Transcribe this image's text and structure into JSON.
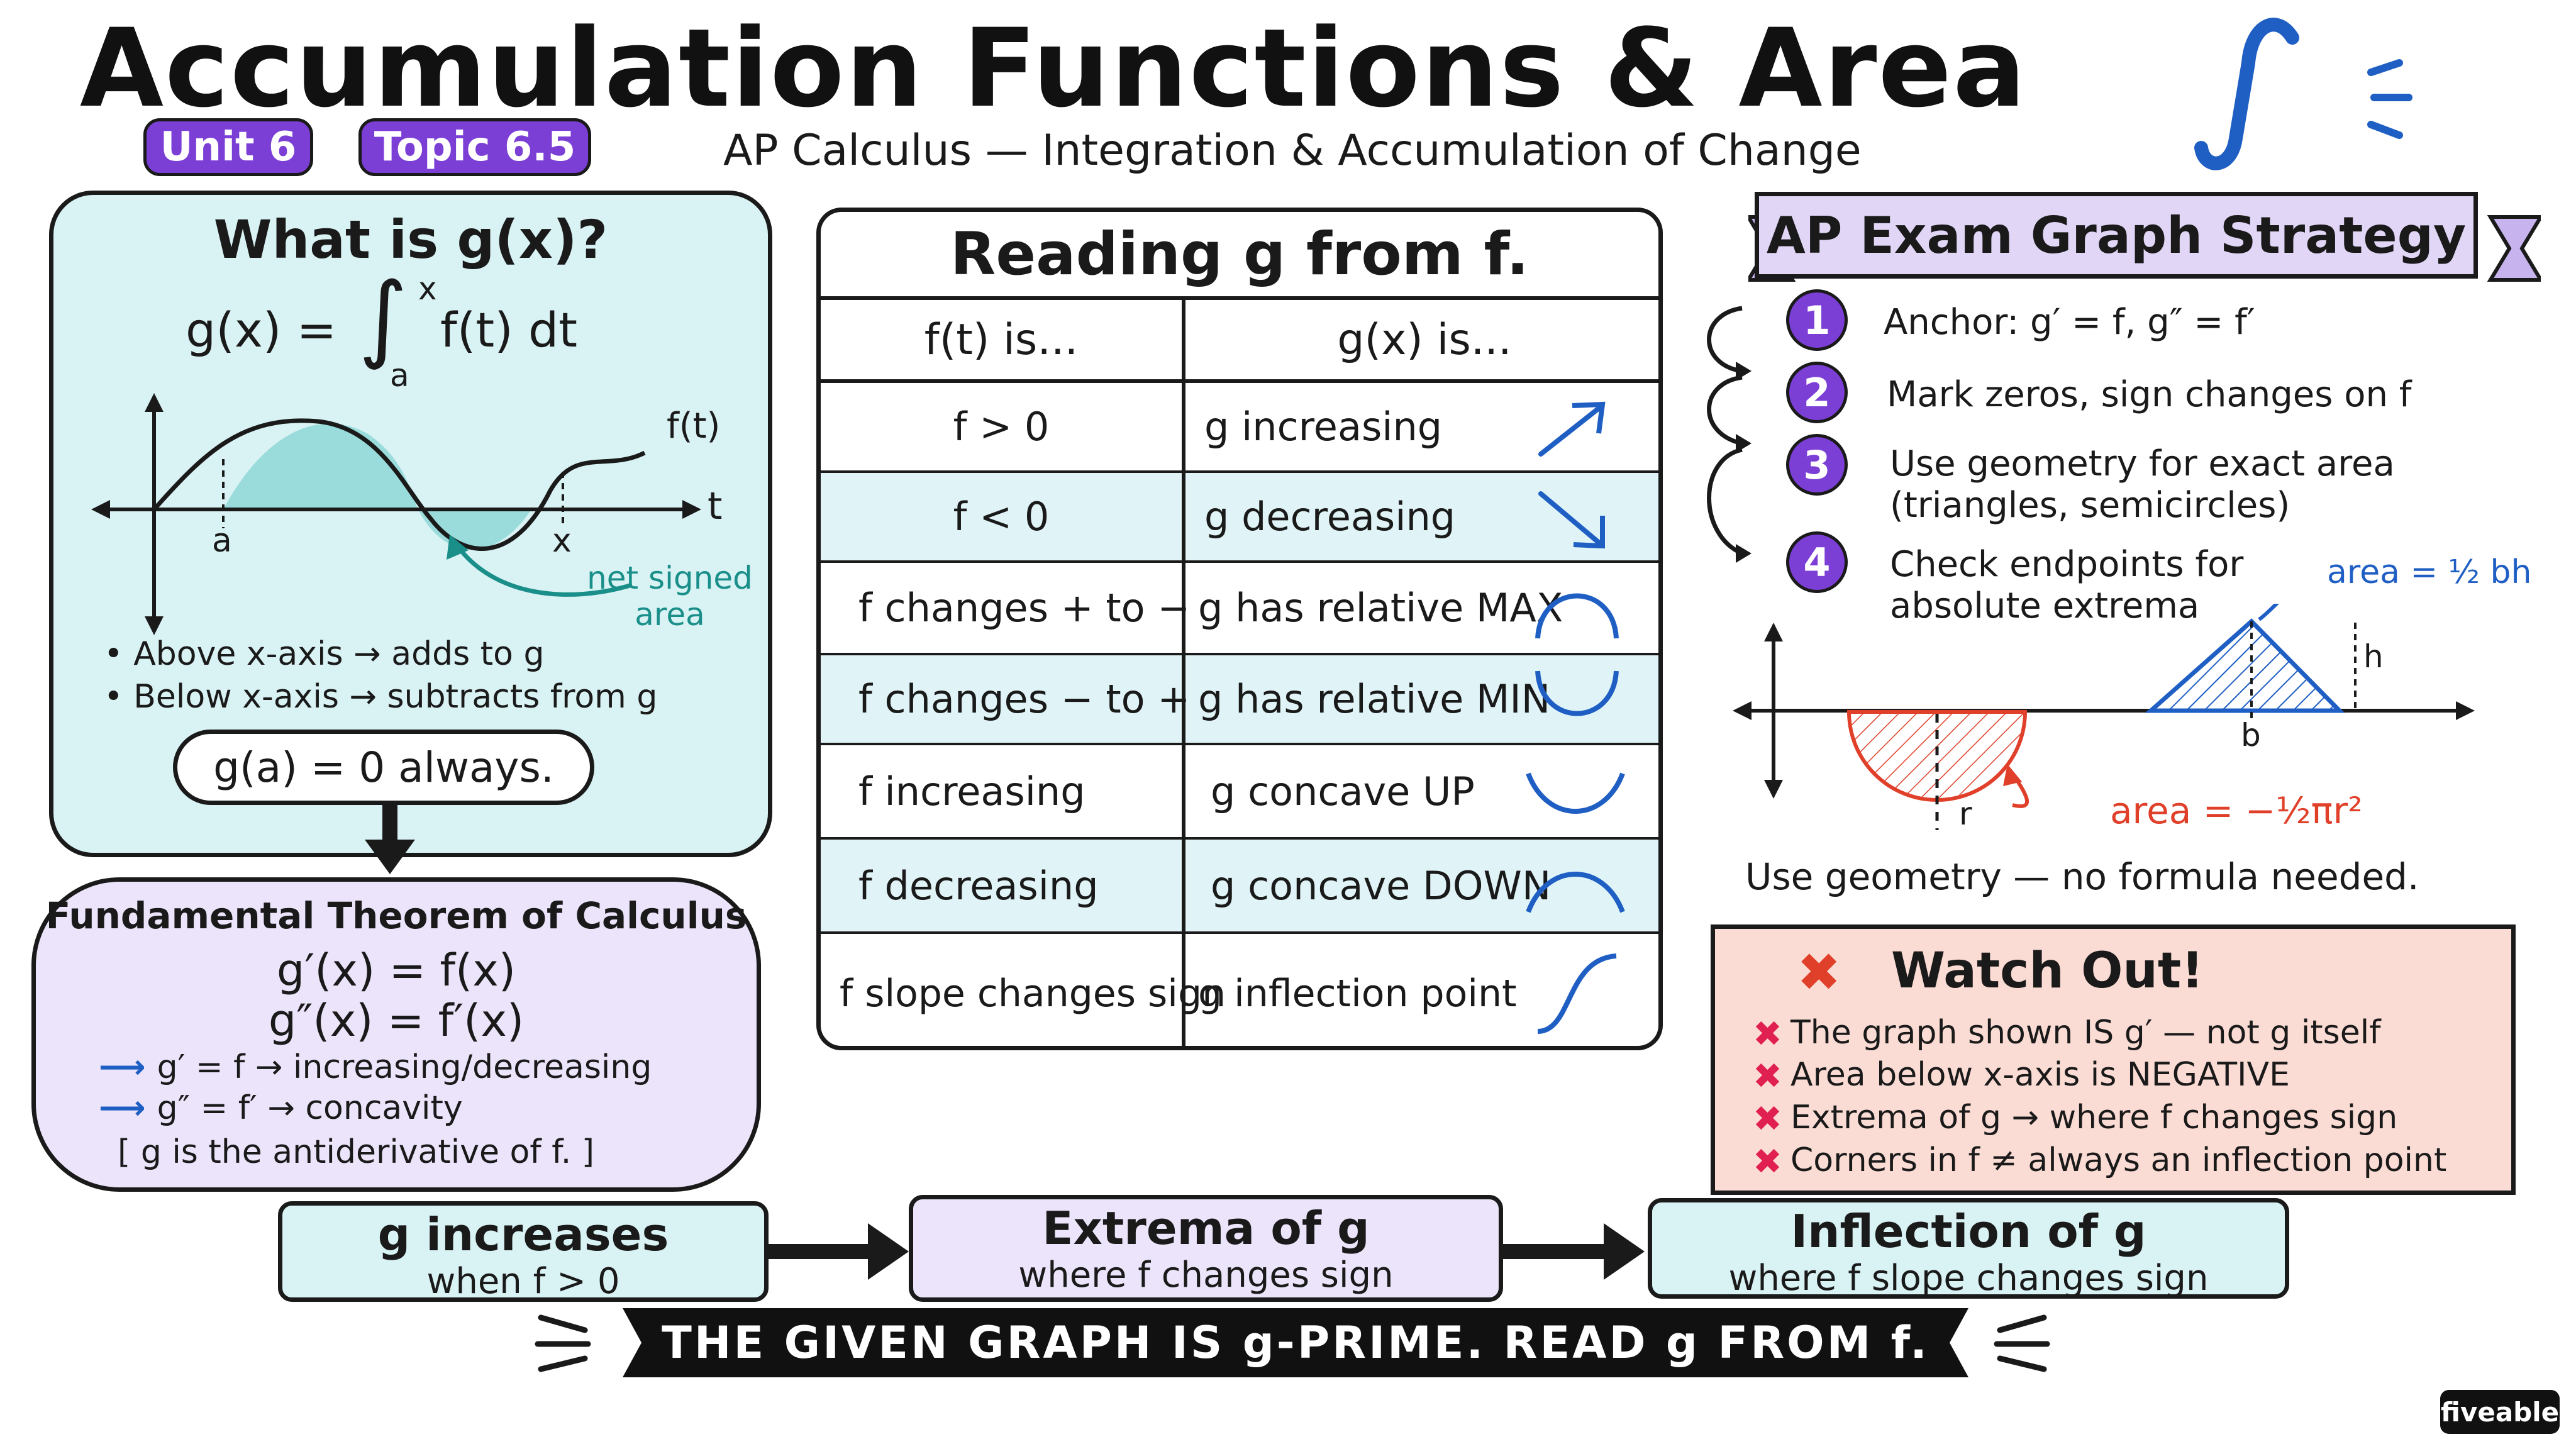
{
  "header": {
    "title": "Accumulation Functions & Area",
    "subtitle": "AP Calculus — Integration & Accumulation of Change",
    "unit_pill": "Unit 6",
    "topic_pill": "Topic 6.5"
  },
  "left_panel": {
    "heading": "What is g(x)?",
    "formula_lhs": "g(x) =",
    "formula_upper": "x",
    "formula_lower": "a",
    "formula_rhs": "f(t) dt",
    "graph_labels": {
      "curve": "f(t)",
      "axis": "t",
      "a": "a",
      "x": "x",
      "note_line1": "net signed",
      "note_line2": "area"
    },
    "bullets": [
      "Above x-axis → adds to g",
      "Below x-axis → subtracts from g"
    ],
    "note": "g(a) = 0 always."
  },
  "ftc": {
    "title": "Fundamental Theorem of Calculus",
    "line1": "g′(x) = f(x)",
    "line2": "g″(x) = f′(x)",
    "arrow1": "g′ = f → increasing/decreasing",
    "arrow2": "g″ = f′ → concavity",
    "note": "[ g is the antiderivative of f. ]"
  },
  "table": {
    "title": "Reading g from f.",
    "headers": [
      "f(t) is...",
      "g(x) is..."
    ],
    "rows": [
      {
        "f": "f > 0",
        "g": "g increasing",
        "icon": "arrow-up-right-icon"
      },
      {
        "f": "f < 0",
        "g": "g decreasing",
        "icon": "arrow-down-right-icon"
      },
      {
        "f": "f changes + to −",
        "g": "g has relative MAX",
        "icon": "arch-max-icon"
      },
      {
        "f": "f changes − to +",
        "g": "g has relative MIN",
        "icon": "arch-min-icon"
      },
      {
        "f": "f increasing",
        "g": "g concave UP",
        "icon": "concave-up-icon"
      },
      {
        "f": "f decreasing",
        "g": "g concave DOWN",
        "icon": "concave-down-icon"
      },
      {
        "f": "f slope changes sign",
        "g": "g inflection point",
        "icon": "inflection-icon"
      }
    ]
  },
  "strategy": {
    "title": "AP Exam Graph Strategy",
    "steps": [
      {
        "num": "1",
        "line1": "Anchor: g′ = f, g″ = f′",
        "line2": ""
      },
      {
        "num": "2",
        "line1": "Mark zeros, sign changes on f",
        "line2": ""
      },
      {
        "num": "3",
        "line1": "Use geometry for exact area",
        "line2": "(triangles, semicircles)"
      },
      {
        "num": "4",
        "line1": "Check endpoints for",
        "line2": "absolute extrema"
      }
    ],
    "graph_labels": {
      "tri_area": "area = ½ bh",
      "h": "h",
      "b": "b",
      "r": "r",
      "semi_area": "area = −½πr²"
    },
    "geometry_note": "Use geometry — no formula needed."
  },
  "watch_out": {
    "title": "Watch Out!",
    "items": [
      "The graph shown IS g′ — not g itself",
      "Area below x-axis is NEGATIVE",
      "Extrema of g → where f changes sign",
      "Corners in f ≠ always an inflection point"
    ]
  },
  "flow": [
    {
      "title": "g increases",
      "sub": "when f > 0"
    },
    {
      "title": "Extrema of g",
      "sub": "where f changes sign"
    },
    {
      "title": "Inflection of g",
      "sub": "where f slope changes sign"
    }
  ],
  "bottom_banner": "THE GIVEN GRAPH IS g-PRIME. READ g FROM f.",
  "brand": "fiveable",
  "colors": {
    "purple": "#7c3fd6",
    "teal_fill": "#d9f2f4",
    "lavender": "#ece4fa",
    "row_alt": "#e0f4f7",
    "blue": "#1f5fc4",
    "red": "#e0402a",
    "teal_line": "#1a8f8a",
    "pink_x": "#e02050"
  }
}
